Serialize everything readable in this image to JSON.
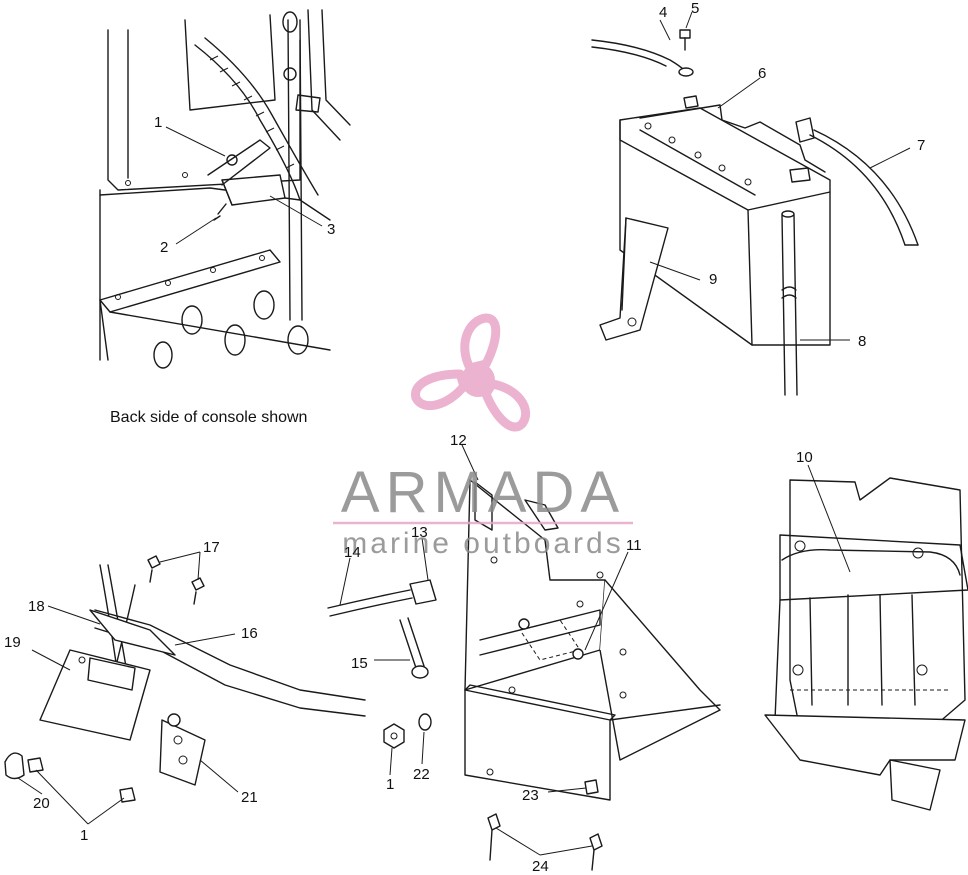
{
  "caption": "Back side of console shown",
  "watermark": {
    "brand": "ARMADA",
    "tagline": "marine outboards",
    "brand_color": "#8a8a8a",
    "accent_color": "#e8a6c8",
    "icon": "propeller-logo-icon"
  },
  "callouts": {
    "c1a": "1",
    "c2": "2",
    "c3": "3",
    "c4": "4",
    "c5": "5",
    "c6": "6",
    "c7": "7",
    "c8": "8",
    "c9": "9",
    "c10": "10",
    "c11": "11",
    "c12": "12",
    "c13": "13",
    "c14": "14",
    "c15": "15",
    "c16": "16",
    "c17": "17",
    "c18": "18",
    "c19": "19",
    "c20": "20",
    "c1b": "1",
    "c21": "21",
    "c1c": "1",
    "c22": "22",
    "c23": "23",
    "c24": "24"
  },
  "colors": {
    "ink": "#1a1a1a",
    "paper": "#ffffff"
  }
}
